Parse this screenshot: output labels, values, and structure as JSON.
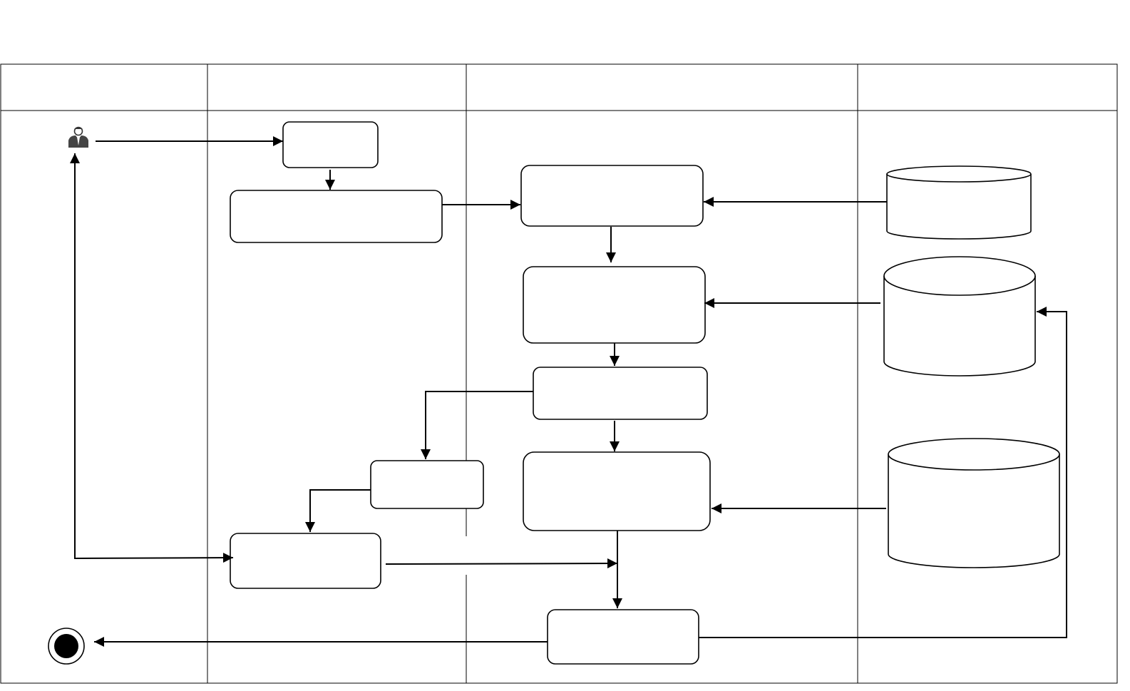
{
  "diagram": {
    "type": "swimlane-activity-diagram",
    "lanes": [
      {
        "id": "lane-1",
        "label": ""
      },
      {
        "id": "lane-2",
        "label": ""
      },
      {
        "id": "lane-3",
        "label": ""
      },
      {
        "id": "lane-4",
        "label": ""
      }
    ],
    "nodes": [
      {
        "id": "start-actor",
        "kind": "actor",
        "label": ""
      },
      {
        "id": "node-a",
        "kind": "activity",
        "label": ""
      },
      {
        "id": "node-b",
        "kind": "activity",
        "label": ""
      },
      {
        "id": "node-c",
        "kind": "activity",
        "label": ""
      },
      {
        "id": "node-d",
        "kind": "activity",
        "label": ""
      },
      {
        "id": "node-e",
        "kind": "activity",
        "label": ""
      },
      {
        "id": "node-f",
        "kind": "activity",
        "label": ""
      },
      {
        "id": "node-g",
        "kind": "activity",
        "label": ""
      },
      {
        "id": "node-h",
        "kind": "activity",
        "label": ""
      },
      {
        "id": "node-i",
        "kind": "activity",
        "label": ""
      },
      {
        "id": "db-1",
        "kind": "database",
        "label": ""
      },
      {
        "id": "db-2",
        "kind": "database",
        "label": ""
      },
      {
        "id": "db-3",
        "kind": "database",
        "label": ""
      },
      {
        "id": "end-node",
        "kind": "final",
        "label": ""
      }
    ],
    "edges": [
      {
        "from": "start-actor",
        "to": "node-a"
      },
      {
        "from": "node-a",
        "to": "node-b"
      },
      {
        "from": "node-b",
        "to": "node-c"
      },
      {
        "from": "db-1",
        "to": "node-c"
      },
      {
        "from": "node-c",
        "to": "node-d"
      },
      {
        "from": "db-2",
        "to": "node-d"
      },
      {
        "from": "node-d",
        "to": "node-e"
      },
      {
        "from": "node-e",
        "to": "node-g"
      },
      {
        "from": "node-e",
        "to": "node-f"
      },
      {
        "from": "node-f",
        "to": "node-h"
      },
      {
        "from": "db-3",
        "to": "node-g"
      },
      {
        "from": "node-h",
        "to": "start-actor"
      },
      {
        "from": "node-h",
        "to": "node-i"
      },
      {
        "from": "node-g",
        "to": "node-i"
      },
      {
        "from": "node-i",
        "to": "end-node"
      },
      {
        "from": "node-i",
        "to": "db-2"
      }
    ]
  },
  "colors": {
    "stroke": "#000000",
    "background": "#ffffff"
  }
}
